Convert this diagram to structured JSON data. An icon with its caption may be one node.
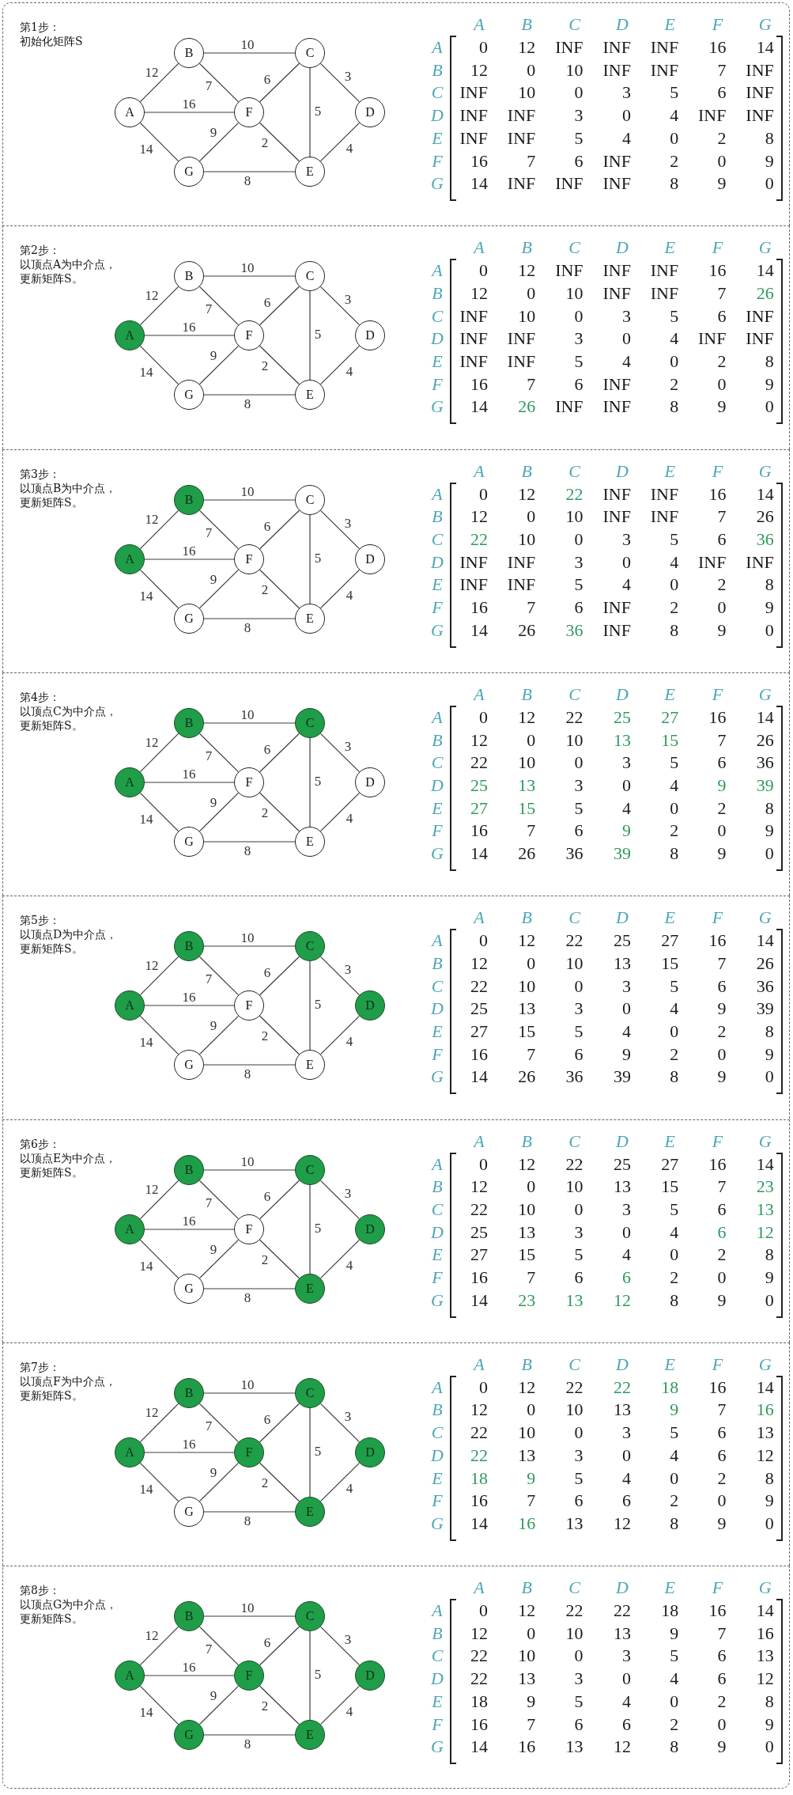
{
  "diagram": {
    "nodes": [
      {
        "text": [
          "第1步：",
          "初始化矩阵S"
        ]
      },
      {
        "text": [
          "B"
        ],
        "in": 0
      },
      {
        "text": [
          "C"
        ],
        "in": 0
      },
      {
        "text": [
          "A"
        ],
        "in": 0
      },
      {
        "text": [
          "F"
        ],
        "in": 0
      },
      {
        "text": [
          "D"
        ],
        "in": 0
      },
      {
        "text": [
          "G"
        ],
        "in": 0
      },
      {
        "text": [
          "E"
        ],
        "in": 0
      },
      {
        "text": [
          "第2步：",
          "以顶点A为中介点，更新矩阵S。"
        ]
      },
      {
        "text": [
          "B"
        ],
        "in": 8
      },
      {
        "text": [
          "C"
        ],
        "in": 8
      },
      {
        "text": [
          "A"
        ],
        "in": 8
      },
      {
        "text": [
          "F"
        ],
        "in": 8
      },
      {
        "text": [
          "D"
        ],
        "in": 8
      },
      {
        "text": [
          "G"
        ],
        "in": 8
      },
      {
        "text": [
          "E"
        ],
        "in": 8
      },
      {
        "text": [
          "第3步：",
          "以顶点B为中介点，更新矩阵S。"
        ]
      },
      {
        "text": [
          "B"
        ],
        "in": 16
      },
      {
        "text": [
          "C"
        ],
        "in": 16
      },
      {
        "text": [
          "A"
        ],
        "in": 16
      },
      {
        "text": [
          "F"
        ],
        "in": 16
      },
      {
        "text": [
          "D"
        ],
        "in": 16
      },
      {
        "text": [
          "G"
        ],
        "in": 16
      },
      {
        "text": [
          "E"
        ],
        "in": 16
      },
      {
        "text": [
          "第4步：",
          "以顶点C为中介点，更新矩阵S。"
        ]
      },
      {
        "text": [
          "B"
        ],
        "in": 24
      },
      {
        "text": [
          "C"
        ],
        "in": 24
      },
      {
        "text": [
          "A"
        ],
        "in": 24
      },
      {
        "text": [
          "F"
        ],
        "in": 24
      },
      {
        "text": [
          "D"
        ],
        "in": 24
      },
      {
        "text": [
          "G"
        ],
        "in": 24
      },
      {
        "text": [
          "E"
        ],
        "in": 24
      },
      {
        "text": [
          "第5步：",
          "以顶点D为中介点，更新矩阵S。"
        ]
      },
      {
        "text": [
          "B"
        ],
        "in": 32
      },
      {
        "text": [
          "C"
        ],
        "in": 32
      },
      {
        "text": [
          "A"
        ],
        "in": 32
      },
      {
        "text": [
          "F"
        ],
        "in": 32
      },
      {
        "text": [
          "D"
        ],
        "in": 32
      },
      {
        "text": [
          "G"
        ],
        "in": 32
      },
      {
        "text": [
          "E"
        ],
        "in": 32
      },
      {
        "text": [
          "第6步：",
          "以顶点E为中介点，更新矩阵S。"
        ]
      },
      {
        "text": [
          "B"
        ],
        "in": 40
      },
      {
        "text": [
          "C"
        ],
        "in": 40
      },
      {
        "text": [
          "A"
        ],
        "in": 40
      },
      {
        "text": [
          "F"
        ],
        "in": 40
      },
      {
        "text": [
          "D"
        ],
        "in": 40
      },
      {
        "text": [
          "G"
        ],
        "in": 40
      },
      {
        "text": [
          "E"
        ],
        "in": 40
      },
      {
        "text": [
          "第7步：",
          "以顶点F为中介点，更新矩阵S。"
        ]
      },
      {
        "text": [
          "B"
        ],
        "in": 48
      },
      {
        "text": [
          "C"
        ],
        "in": 48
      },
      {
        "text": [
          "A"
        ],
        "in": 48
      },
      {
        "text": [
          "F"
        ],
        "in": 48
      },
      {
        "text": [
          "D"
        ],
        "in": 48
      },
      {
        "text": [
          "G"
        ],
        "in": 48
      },
      {
        "text": [
          "E"
        ],
        "in": 48
      },
      {
        "text": [
          "第8步：",
          "以顶点G为中介点，更新矩阵S。"
        ]
      },
      {
        "text": [
          "B"
        ],
        "in": 56
      },
      {
        "text": [
          "C"
        ],
        "in": 56
      },
      {
        "text": [
          "A"
        ],
        "in": 56
      },
      {
        "text": [
          "F"
        ],
        "in": 56
      },
      {
        "text": [
          "D"
        ],
        "in": 56
      },
      {
        "text": [
          "G"
        ],
        "in": 56
      },
      {
        "text": [
          "E"
        ],
        "in": 56
      }
    ],
    "edges": [
      {
        "from": 1,
        "to": 2,
        "arrow": "none",
        "label": "10"
      },
      {
        "from": 3,
        "to": 1,
        "arrow": "none",
        "label": "12"
      },
      {
        "from": 1,
        "to": 4,
        "arrow": "none",
        "label": "7"
      },
      {
        "from": 4,
        "to": 2,
        "arrow": "none",
        "label": "6"
      },
      {
        "from": 2,
        "to": 5,
        "arrow": "none",
        "label": "3"
      },
      {
        "from": 3,
        "to": 4,
        "arrow": "none",
        "label": "16"
      },
      {
        "from": 2,
        "to": 7,
        "arrow": "none",
        "label": "5"
      },
      {
        "from": 6,
        "to": 4,
        "arrow": "none",
        "label": "9"
      },
      {
        "from": 4,
        "to": 7,
        "arrow": "none",
        "label": "2"
      },
      {
        "from": 3,
        "to": 6,
        "arrow": "none",
        "label": "14"
      },
      {
        "from": 5,
        "to": 7,
        "arrow": "none",
        "label": "4"
      },
      {
        "from": 6,
        "to": 7,
        "arrow": "none",
        "label": "8"
      },
      {
        "from": 9,
        "to": 10,
        "arrow": "none",
        "label": "10"
      },
      {
        "from": 11,
        "to": 9,
        "arrow": "none",
        "label": "12"
      },
      {
        "from": 9,
        "to": 12,
        "arrow": "none",
        "label": "7"
      },
      {
        "from": 12,
        "to": 10,
        "arrow": "none",
        "label": "6"
      },
      {
        "from": 10,
        "to": 13,
        "arrow": "none",
        "label": "3"
      },
      {
        "from": 11,
        "to": 12,
        "arrow": "none",
        "label": "16"
      },
      {
        "from": 10,
        "to": 15,
        "arrow": "none",
        "label": "5"
      },
      {
        "from": 14,
        "to": 12,
        "arrow": "none",
        "label": "9"
      },
      {
        "from": 12,
        "to": 15,
        "arrow": "none",
        "label": "2"
      },
      {
        "from": 11,
        "to": 14,
        "arrow": "none",
        "label": "14"
      },
      {
        "from": 13,
        "to": 15,
        "arrow": "none",
        "label": "4"
      },
      {
        "from": 14,
        "to": 15,
        "arrow": "none",
        "label": "8"
      },
      {
        "from": 17,
        "to": 18,
        "arrow": "none",
        "label": "10"
      },
      {
        "from": 19,
        "to": 17,
        "arrow": "none",
        "label": "12"
      },
      {
        "from": 17,
        "to": 20,
        "arrow": "none",
        "label": "7"
      },
      {
        "from": 20,
        "to": 18,
        "arrow": "none",
        "label": "6"
      },
      {
        "from": 18,
        "to": 21,
        "arrow": "none",
        "label": "3"
      },
      {
        "from": 19,
        "to": 20,
        "arrow": "none",
        "label": "16"
      },
      {
        "from": 18,
        "to": 23,
        "arrow": "none",
        "label": "5"
      },
      {
        "from": 22,
        "to": 20,
        "arrow": "none",
        "label": "9"
      },
      {
        "from": 20,
        "to": 23,
        "arrow": "none",
        "label": "2"
      },
      {
        "from": 19,
        "to": 22,
        "arrow": "none",
        "label": "14"
      },
      {
        "from": 21,
        "to": 23,
        "arrow": "none",
        "label": "4"
      },
      {
        "from": 22,
        "to": 23,
        "arrow": "none",
        "label": "8"
      },
      {
        "from": 25,
        "to": 26,
        "arrow": "none",
        "label": "10"
      },
      {
        "from": 27,
        "to": 25,
        "arrow": "none",
        "label": "12"
      },
      {
        "from": 25,
        "to": 28,
        "arrow": "none",
        "label": "7"
      },
      {
        "from": 28,
        "to": 26,
        "arrow": "none",
        "label": "6"
      },
      {
        "from": 26,
        "to": 29,
        "arrow": "none",
        "label": "3"
      },
      {
        "from": 27,
        "to": 28,
        "arrow": "none",
        "label": "16"
      },
      {
        "from": 26,
        "to": 31,
        "arrow": "none",
        "label": "5"
      },
      {
        "from": 30,
        "to": 28,
        "arrow": "none",
        "label": "9"
      },
      {
        "from": 28,
        "to": 31,
        "arrow": "none",
        "label": "2"
      },
      {
        "from": 27,
        "to": 30,
        "arrow": "none",
        "label": "14"
      },
      {
        "from": 29,
        "to": 31,
        "arrow": "none",
        "label": "4"
      },
      {
        "from": 30,
        "to": 31,
        "arrow": "none",
        "label": "8"
      },
      {
        "from": 33,
        "to": 34,
        "arrow": "none",
        "label": "10"
      },
      {
        "from": 35,
        "to": 33,
        "arrow": "none",
        "label": "12"
      },
      {
        "from": 33,
        "to": 36,
        "arrow": "none",
        "label": "7"
      },
      {
        "from": 36,
        "to": 34,
        "arrow": "none",
        "label": "6"
      },
      {
        "from": 34,
        "to": 37,
        "arrow": "none",
        "label": "3"
      },
      {
        "from": 35,
        "to": 36,
        "arrow": "none",
        "label": "16"
      },
      {
        "from": 34,
        "to": 39,
        "arrow": "none",
        "label": "5"
      },
      {
        "from": 38,
        "to": 36,
        "arrow": "none",
        "label": "9"
      },
      {
        "from": 36,
        "to": 39,
        "arrow": "none",
        "label": "2"
      },
      {
        "from": 35,
        "to": 38,
        "arrow": "none",
        "label": "14"
      },
      {
        "from": 37,
        "to": 39,
        "arrow": "none",
        "label": "4"
      },
      {
        "from": 38,
        "to": 39,
        "arrow": "none",
        "label": "8"
      },
      {
        "from": 41,
        "to": 42,
        "arrow": "none",
        "label": "10"
      },
      {
        "from": 43,
        "to": 41,
        "arrow": "none",
        "label": "12"
      },
      {
        "from": 41,
        "to": 44,
        "arrow": "none",
        "label": "7"
      },
      {
        "from": 44,
        "to": 42,
        "arrow": "none",
        "label": "6"
      },
      {
        "from": 42,
        "to": 45,
        "arrow": "none",
        "label": "3"
      },
      {
        "from": 43,
        "to": 44,
        "arrow": "none",
        "label": "16"
      },
      {
        "from": 42,
        "to": 47,
        "arrow": "none",
        "label": "5"
      },
      {
        "from": 46,
        "to": 44,
        "arrow": "none",
        "label": "9"
      },
      {
        "from": 44,
        "to": 47,
        "arrow": "none",
        "label": "2"
      },
      {
        "from": 43,
        "to": 46,
        "arrow": "none",
        "label": "14"
      },
      {
        "from": 45,
        "to": 47,
        "arrow": "none",
        "label": "4"
      },
      {
        "from": 46,
        "to": 47,
        "arrow": "none",
        "label": "8"
      },
      {
        "from": 49,
        "to": 50,
        "arrow": "none",
        "label": "10"
      },
      {
        "from": 51,
        "to": 49,
        "arrow": "none",
        "label": "12"
      },
      {
        "from": 49,
        "to": 52,
        "arrow": "none",
        "label": "7"
      },
      {
        "from": 52,
        "to": 50,
        "arrow": "none",
        "label": "6"
      },
      {
        "from": 50,
        "to": 53,
        "arrow": "none",
        "label": "3"
      },
      {
        "from": 51,
        "to": 52,
        "arrow": "none",
        "label": "16"
      },
      {
        "from": 50,
        "to": 55,
        "arrow": "none",
        "label": "5"
      },
      {
        "from": 54,
        "to": 52,
        "arrow": "none",
        "label": "9"
      },
      {
        "from": 52,
        "to": 55,
        "arrow": "none",
        "label": "2"
      },
      {
        "from": 51,
        "to": 54,
        "arrow": "none",
        "label": "14"
      },
      {
        "from": 53,
        "to": 55,
        "arrow": "none",
        "label": "4"
      },
      {
        "from": 54,
        "to": 55,
        "arrow": "none",
        "label": "8"
      },
      {
        "from": 57,
        "to": 58,
        "arrow": "none",
        "label": "10"
      },
      {
        "from": 59,
        "to": 57,
        "arrow": "none",
        "label": "12"
      },
      {
        "from": 57,
        "to": 60,
        "arrow": "none",
        "label": "7"
      },
      {
        "from": 60,
        "to": 58,
        "arrow": "none",
        "label": "6"
      },
      {
        "from": 58,
        "to": 61,
        "arrow": "none",
        "label": "3"
      },
      {
        "from": 59,
        "to": 60,
        "arrow": "none",
        "label": "16"
      },
      {
        "from": 58,
        "to": 63,
        "arrow": "none",
        "label": "5"
      },
      {
        "from": 62,
        "to": 60,
        "arrow": "none",
        "label": "9"
      },
      {
        "from": 60,
        "to": 63,
        "arrow": "none",
        "label": "2"
      },
      {
        "from": 59,
        "to": 62,
        "arrow": "none",
        "label": "14"
      },
      {
        "from": 61,
        "to": 63,
        "arrow": "none",
        "label": "4"
      },
      {
        "from": 62,
        "to": 63,
        "arrow": "none",
        "label": "8"
      }
    ],
    "labels": [
      "A",
      "B",
      "C",
      "D",
      "E",
      "F",
      "G",
      "A",
      "0",
      "12",
      "INF",
      "INF",
      "INF",
      "16",
      "14",
      "B",
      "12",
      "0",
      "10",
      "INF",
      "INF",
      "7",
      "INF",
      "C",
      "INF",
      "10",
      "0",
      "3",
      "5",
      "6",
      "INF",
      "D",
      "INF",
      "INF",
      "3",
      "0",
      "4",
      "INF",
      "INF",
      "E",
      "INF",
      "INF",
      "5",
      "4",
      "0",
      "2",
      "8",
      "F",
      "16",
      "7",
      "6",
      "INF",
      "2",
      "0",
      "9",
      "G",
      "14",
      "INF",
      "INF",
      "INF",
      "8",
      "9",
      "0",
      "A",
      "B",
      "C",
      "D",
      "E",
      "F",
      "G",
      "A",
      "0",
      "12",
      "INF",
      "INF",
      "INF",
      "16",
      "14",
      "B",
      "12",
      "0",
      "10",
      "INF",
      "INF",
      "7",
      "26",
      "C",
      "INF",
      "10",
      "0",
      "3",
      "5",
      "6",
      "INF",
      "D",
      "INF",
      "INF",
      "3",
      "0",
      "4",
      "INF",
      "INF",
      "E",
      "INF",
      "INF",
      "5",
      "4",
      "0",
      "2",
      "8",
      "F",
      "16",
      "7",
      "6",
      "INF",
      "2",
      "0",
      "9",
      "G",
      "14",
      "26",
      "INF",
      "INF",
      "8",
      "9",
      "0",
      "A",
      "B",
      "C",
      "D",
      "E",
      "F",
      "G",
      "A",
      "0",
      "12",
      "22",
      "INF",
      "INF",
      "16",
      "14",
      "B",
      "12",
      "0",
      "10",
      "INF",
      "INF",
      "7",
      "26",
      "C",
      "22",
      "10",
      "0",
      "3",
      "5",
      "6",
      "36",
      "D",
      "INF",
      "INF",
      "3",
      "0",
      "4",
      "INF",
      "INF",
      "E",
      "INF",
      "INF",
      "5",
      "4",
      "0",
      "2",
      "8",
      "F",
      "16",
      "7",
      "6",
      "INF",
      "2",
      "0",
      "9",
      "G",
      "14",
      "26",
      "36",
      "INF",
      "8",
      "9",
      "0",
      "A",
      "B",
      "C",
      "D",
      "E",
      "F",
      "G",
      "A",
      "0",
      "12",
      "22",
      "25",
      "27",
      "16",
      "14",
      "B",
      "12",
      "0",
      "10",
      "13",
      "15",
      "7",
      "26",
      "C",
      "22",
      "10",
      "0",
      "3",
      "5",
      "6",
      "36",
      "D",
      "25",
      "13",
      "3",
      "0",
      "4",
      "9",
      "39",
      "E",
      "27",
      "15",
      "5",
      "4",
      "0",
      "2",
      "8",
      "F",
      "16",
      "7",
      "6",
      "9",
      "2",
      "0",
      "9",
      "G",
      "14",
      "26",
      "36",
      "39",
      "8",
      "9",
      "0",
      "A",
      "B",
      "C",
      "D",
      "E",
      "F",
      "G",
      "A",
      "0",
      "12",
      "22",
      "25",
      "27",
      "16",
      "14",
      "B",
      "12",
      "0",
      "10",
      "13",
      "15",
      "7",
      "26",
      "C",
      "22",
      "10",
      "0",
      "3",
      "5",
      "6",
      "36",
      "D",
      "25",
      "13",
      "3",
      "0",
      "4",
      "9",
      "39",
      "E",
      "27",
      "15",
      "5",
      "4",
      "0",
      "2",
      "8",
      "F",
      "16",
      "7",
      "6",
      "9",
      "2",
      "0",
      "9",
      "G",
      "14",
      "26",
      "36",
      "39",
      "8",
      "9",
      "0",
      "A",
      "B",
      "C",
      "D",
      "E",
      "F",
      "G",
      "A",
      "0",
      "12",
      "22",
      "25",
      "27",
      "16",
      "14",
      "B",
      "12",
      "0",
      "10",
      "13",
      "15",
      "7",
      "23",
      "C",
      "22",
      "10",
      "0",
      "3",
      "5",
      "6",
      "13",
      "D",
      "25",
      "13",
      "3",
      "0",
      "4",
      "6",
      "12",
      "E",
      "27",
      "15",
      "5",
      "4",
      "0",
      "2",
      "8",
      "F",
      "16",
      "7",
      "6",
      "6",
      "2",
      "0",
      "9",
      "G",
      "14",
      "23",
      "13",
      "12",
      "8",
      "9",
      "0",
      "A",
      "B",
      "C",
      "D",
      "E",
      "F",
      "G",
      "A",
      "0",
      "12",
      "22",
      "22",
      "18",
      "16",
      "14",
      "B",
      "12",
      "0",
      "10",
      "13",
      "9",
      "7",
      "16",
      "C",
      "22",
      "10",
      "0",
      "3",
      "5",
      "6",
      "13",
      "D",
      "22",
      "13",
      "3",
      "0",
      "4",
      "6",
      "12",
      "E",
      "18",
      "9",
      "5",
      "4",
      "0",
      "2",
      "8",
      "F",
      "16",
      "7",
      "6",
      "6",
      "2",
      "0",
      "9",
      "G",
      "14",
      "16",
      "13",
      "12",
      "8",
      "9",
      "0",
      "A",
      "B",
      "C",
      "D",
      "E",
      "F",
      "G",
      "A",
      "0",
      "12",
      "22",
      "22",
      "18",
      "16",
      "14",
      "B",
      "12",
      "0",
      "10",
      "13",
      "9",
      "7",
      "16",
      "C",
      "22",
      "10",
      "0",
      "3",
      "5",
      "6",
      "13",
      "D",
      "22",
      "13",
      "3",
      "0",
      "4",
      "6",
      "12",
      "E",
      "18",
      "9",
      "5",
      "4",
      "0",
      "2",
      "8",
      "F",
      "16",
      "7",
      "6",
      "6",
      "2",
      "0",
      "9",
      "G",
      "14",
      "16",
      "13",
      "12",
      "8",
      "9",
      "0"
    ]
  }
}
